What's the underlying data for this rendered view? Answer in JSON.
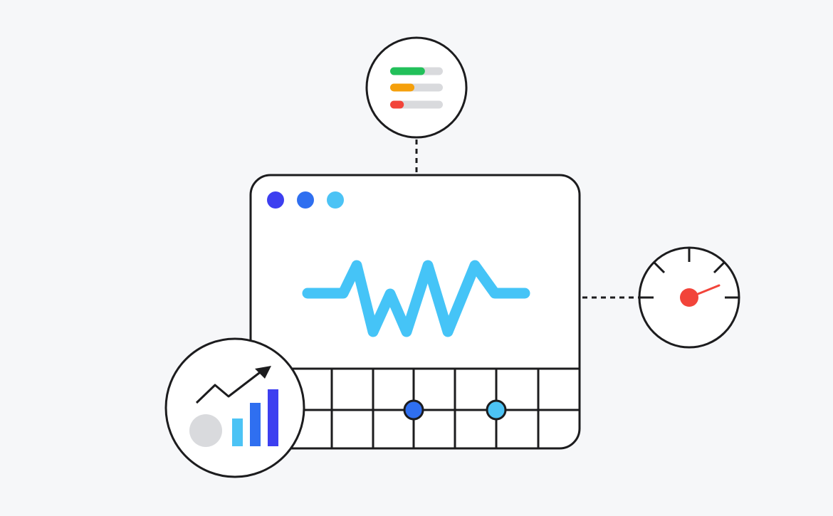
{
  "illustration": {
    "kind": "monitoring dashboard",
    "colors": {
      "background": "#f6f7f9",
      "stroke": "#1c1c1e",
      "panel_fill": "#ffffff",
      "window_dot_1": "#3d3ff0",
      "window_dot_2": "#2f6ff0",
      "window_dot_3": "#4cc3f5",
      "waveform": "#45c4f7",
      "grid_node_1": "#2f6ff0",
      "grid_node_2": "#4cc3f5",
      "bar_track": "#d9dadd",
      "status_green": "#22c05a",
      "status_orange": "#f5a00c",
      "status_red": "#f2443a",
      "gauge_needle": "#f2443a",
      "chart_bar_light": "#4cc3f5",
      "chart_bar_mid": "#2f6ff0",
      "chart_bar_dark": "#3d3ff0",
      "chart_circle": "#d9dadd",
      "trend_line": "#1c1c1e"
    },
    "status_bars": [
      {
        "name": "green",
        "fill_fraction": 0.66
      },
      {
        "name": "orange",
        "fill_fraction": 0.46
      },
      {
        "name": "red",
        "fill_fraction": 0.26
      }
    ],
    "gauge": {
      "needle_direction": "upper-right"
    },
    "icons": [
      "status-bars-icon",
      "speedometer-icon",
      "growth-chart-icon",
      "waveform-icon"
    ]
  }
}
